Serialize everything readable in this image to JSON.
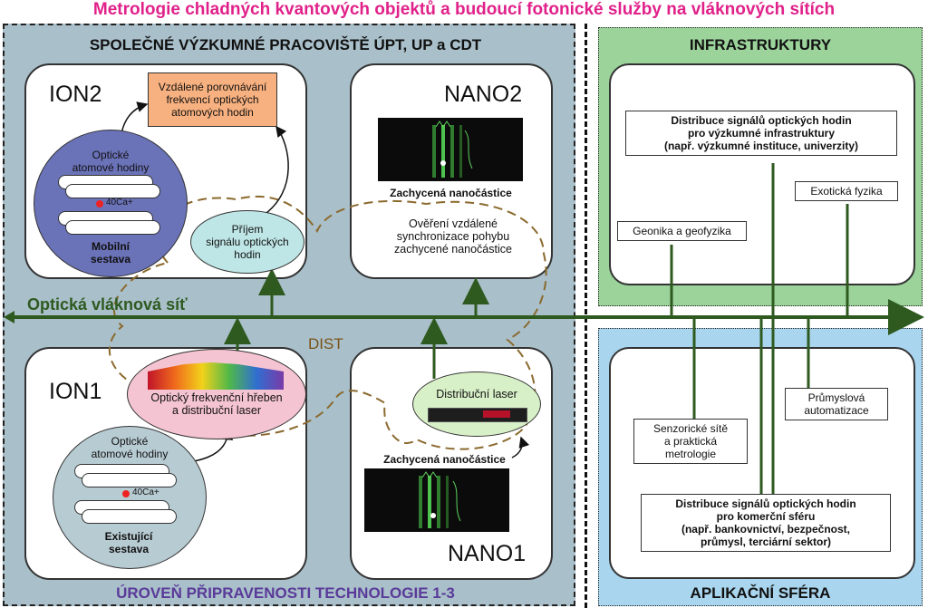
{
  "title": "Metrologie chladných kvantových objektů a budoucí fotonické služby na vláknových sítích",
  "lab": {
    "header": "SPOLEČNÉ VÝZKUMNÉ PRACOVIŠTĚ ÚPT, UP a CDT",
    "trl": "ÚROVEŇ PŘIPRAVENOSTI TECHNOLOGIE 1-3",
    "fiber_label": "Optická vláknová síť",
    "dist_label": "DIST",
    "ion2": {
      "name": "ION2",
      "clock_label": "Optické\natomové hodiny",
      "ca_label": "40Ca+",
      "set_label": "Mobilní\nsestava",
      "remote_compare": "Vzdálené porovnávání\nfrekvencí optických\natomových hodin",
      "receive": "Příjem\nsignálu optických\nhodin"
    },
    "nano2": {
      "name": "NANO2",
      "caption": "Zachycená nanočástice",
      "verify": "Ověření vzdálené\nsynchronizace pohybu\nzachycené nanočástice"
    },
    "ion1": {
      "name": "ION1",
      "clock_label": "Optické\natomové hodiny",
      "ca_label": "40Ca+",
      "set_label": "Existující\nsestava",
      "comb": "Optický frekvenční hřeben\na distribuční laser"
    },
    "nano1": {
      "name": "NANO1",
      "caption": "Zachycená nanočástice",
      "laser": "Distribuční laser"
    }
  },
  "infra": {
    "header": "INFRASTRUKTURY",
    "research": "Distribuce signálů optických hodin\npro výzkumné infrastruktury\n(např. výzkumné instituce, univerzity)",
    "exotic": "Exotická fyzika",
    "geonics": "Geonika a geofyzika"
  },
  "app": {
    "header": "APLIKAČNÍ SFÉRA",
    "industrial": "Průmyslová\nautomatizace",
    "sensors": "Senzorické sítě\na praktická\nmetrologie",
    "commercial": "Distribuce signálů optických hodin\npro komerční sféru\n(např. bankovnictví, bezpečnost,\nprůmysl, terciární sektor)"
  },
  "colors": {
    "title": "#e0218a",
    "lab_bg": "#a9bfca",
    "infra_bg": "#9bd39a",
    "app_bg": "#a9d5ee",
    "fiber": "#2e5a1f",
    "dist": "#8b6a2e",
    "trl": "#5a3a99",
    "ion_clock": "#6a72b8",
    "receive": "#bfe6e6",
    "compare": "#f7b07f",
    "comb": "#f5c4d2",
    "laser": "#d8f0c8",
    "existing": "#b7cbd2"
  }
}
